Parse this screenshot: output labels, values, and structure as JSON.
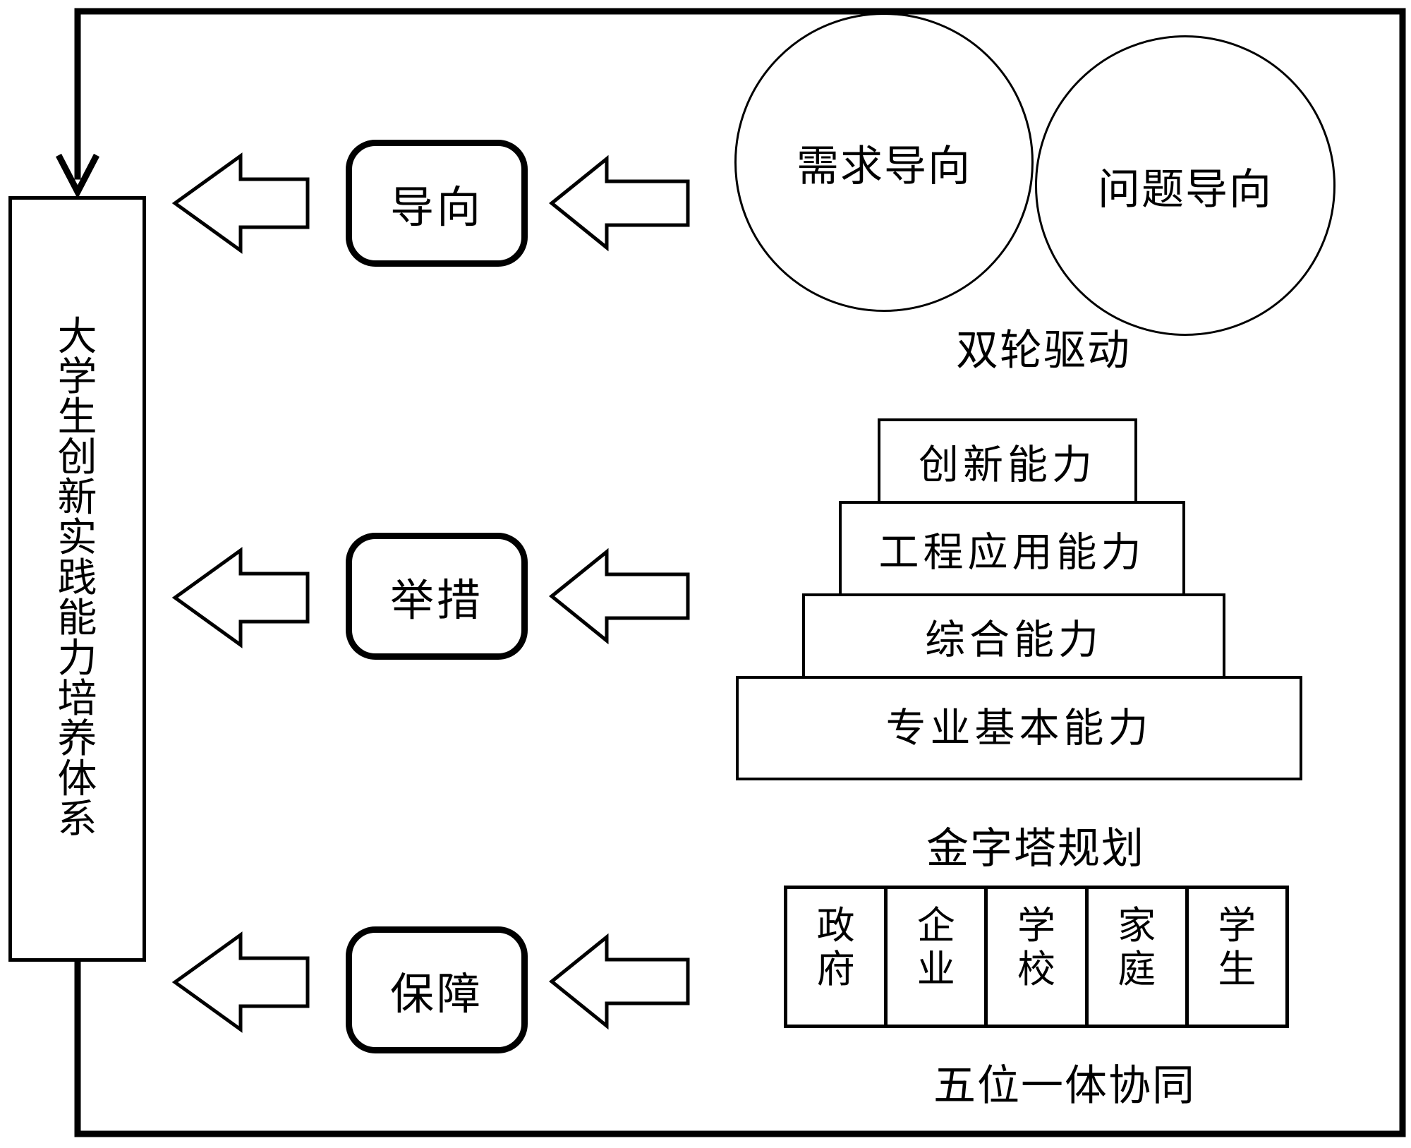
{
  "diagram": {
    "system_box": {
      "label": "大学生创新实践能力培养体系"
    },
    "rows": [
      {
        "label": "导向"
      },
      {
        "label": "举措"
      },
      {
        "label": "保障"
      }
    ],
    "dual_wheel": {
      "circle_left": "需求导向",
      "circle_right": "问题导向",
      "caption": "双轮驱动"
    },
    "pyramid": {
      "levels": [
        "创新能力",
        "工程应用能力",
        "综合能力",
        "专业基本能力"
      ],
      "caption": "金字塔规划"
    },
    "five_in_one": {
      "cells": [
        "政府",
        "企业",
        "学校",
        "家庭",
        "学生"
      ],
      "caption": "五位一体协同"
    },
    "colors": {
      "stroke": "#000000",
      "background": "#ffffff"
    }
  }
}
